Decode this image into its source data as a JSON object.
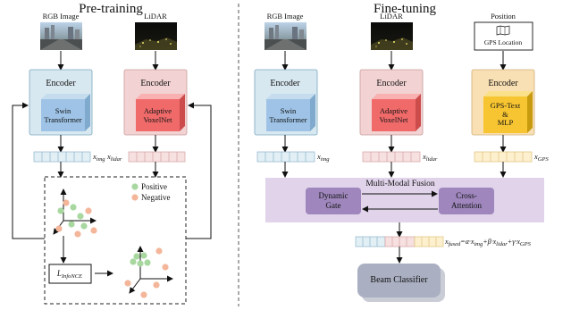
{
  "pretraining": {
    "title": "Pre-training",
    "rgb_label": "RGB Image",
    "lidar_label": "LiDAR",
    "encoder_label": "Encoder",
    "swin_line1": "Swin",
    "swin_line2": "Transformer",
    "adaptive_line1": "Adaptive",
    "adaptive_line2": "VoxelNet",
    "x_img_base": "x",
    "x_img_sub": "img",
    "x_lidar_base": "x",
    "x_lidar_sub": "lidar",
    "positive_label": "Positive",
    "negative_label": "Negative",
    "loss_base": "L",
    "loss_sub": "InfoNCE"
  },
  "finetuning": {
    "title": "Fine-tuning",
    "rgb_label": "RGB Image",
    "lidar_label": "LiDAR",
    "position_label": "Position",
    "gps_location_label": "GPS Location",
    "encoder_label": "Encoder",
    "swin_line1": "Swin",
    "swin_line2": "Transformer",
    "adaptive_line1": "Adaptive",
    "adaptive_line2": "VoxelNet",
    "gps_line1": "GPS-Text",
    "gps_line2": "&",
    "gps_line3": "MLP",
    "x_img_base": "x",
    "x_img_sub": "img",
    "x_lidar_base": "x",
    "x_lidar_sub": "lidar",
    "x_gps_base": "x",
    "x_gps_sub": "GPS",
    "fusion_title": "Multi-Modal Fusion",
    "dynamic_line1": "Dynamic",
    "dynamic_line2": "Gate",
    "cross_line1": "Cross-",
    "cross_line2": "Attention",
    "fused_base": "x",
    "fused_sub": "fused",
    "fused_eq_1": "=α·x",
    "fused_eq_1_sub": "img",
    "fused_eq_2": "+β·x",
    "fused_eq_2_sub": "lidar",
    "fused_eq_3": "+γ·x",
    "fused_eq_3_sub": "GPS",
    "beam_classifier": "Beam Classifier"
  },
  "colors": {
    "encoder_blue_face": "#d8e8f0",
    "swin_blue": "#9ec3e6",
    "encoder_red_face": "#f2d2d2",
    "adaptive_red": "#f06a6a",
    "encoder_yellow_face": "#f9e0b4",
    "gps_yellow": "#f7c531",
    "fusion_band": "#e0d3ea",
    "fusion_box": "#9f87bd",
    "beam_box": "#aab0c2",
    "positive_dot": "#a8d8a0",
    "negative_dot": "#f4b69a"
  }
}
